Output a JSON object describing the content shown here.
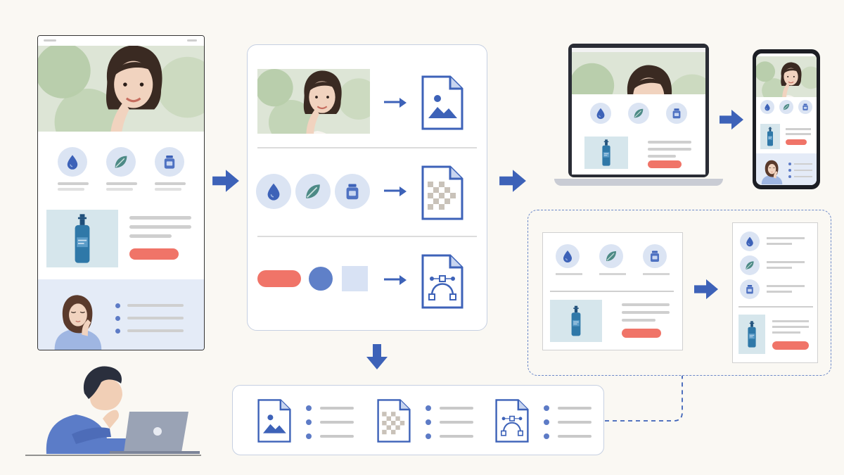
{
  "colors": {
    "background": "#faf8f3",
    "accent_blue": "#3d62b8",
    "icon_circle": "#dbe4f3",
    "cta_coral": "#f07468",
    "panel_border": "#c6d0e2",
    "text_placeholder": "#cfcfcf",
    "product_panel": "#d6e6ec",
    "testimonial_band": "#e4ebf7",
    "bottle_blue": "#2f78a8"
  },
  "icons": [
    "portrait-photo-icon",
    "water-drop-icon",
    "leaf-icon",
    "jar-icon",
    "bottle-icon",
    "image-file-icon",
    "raster-file-icon",
    "vector-file-icon",
    "right-arrow-icon",
    "down-arrow-icon",
    "laptop-icon",
    "phone-icon",
    "person-icon"
  ],
  "diagram": {
    "stages": [
      "source-webpage-mockup",
      "asset-extraction-panel",
      "responsive-device-previews",
      "layout-reflow-panel",
      "asset-list-panel"
    ],
    "asset_types": [
      "photo",
      "icon-set",
      "vector-shapes"
    ],
    "flows": [
      {
        "from": "source-webpage-mockup",
        "to": "asset-extraction-panel",
        "style": "arrow"
      },
      {
        "from": "asset-extraction-panel",
        "to": "responsive-device-previews",
        "style": "arrow"
      },
      {
        "from": "asset-extraction-panel",
        "to": "asset-list-panel",
        "style": "arrow"
      },
      {
        "from": "asset-list-panel",
        "to": "layout-reflow-panel",
        "style": "dashed"
      },
      {
        "from": "laptop-preview",
        "to": "phone-preview",
        "style": "arrow"
      },
      {
        "from": "desktop-wireframe",
        "to": "mobile-wireframe",
        "style": "arrow"
      }
    ]
  }
}
